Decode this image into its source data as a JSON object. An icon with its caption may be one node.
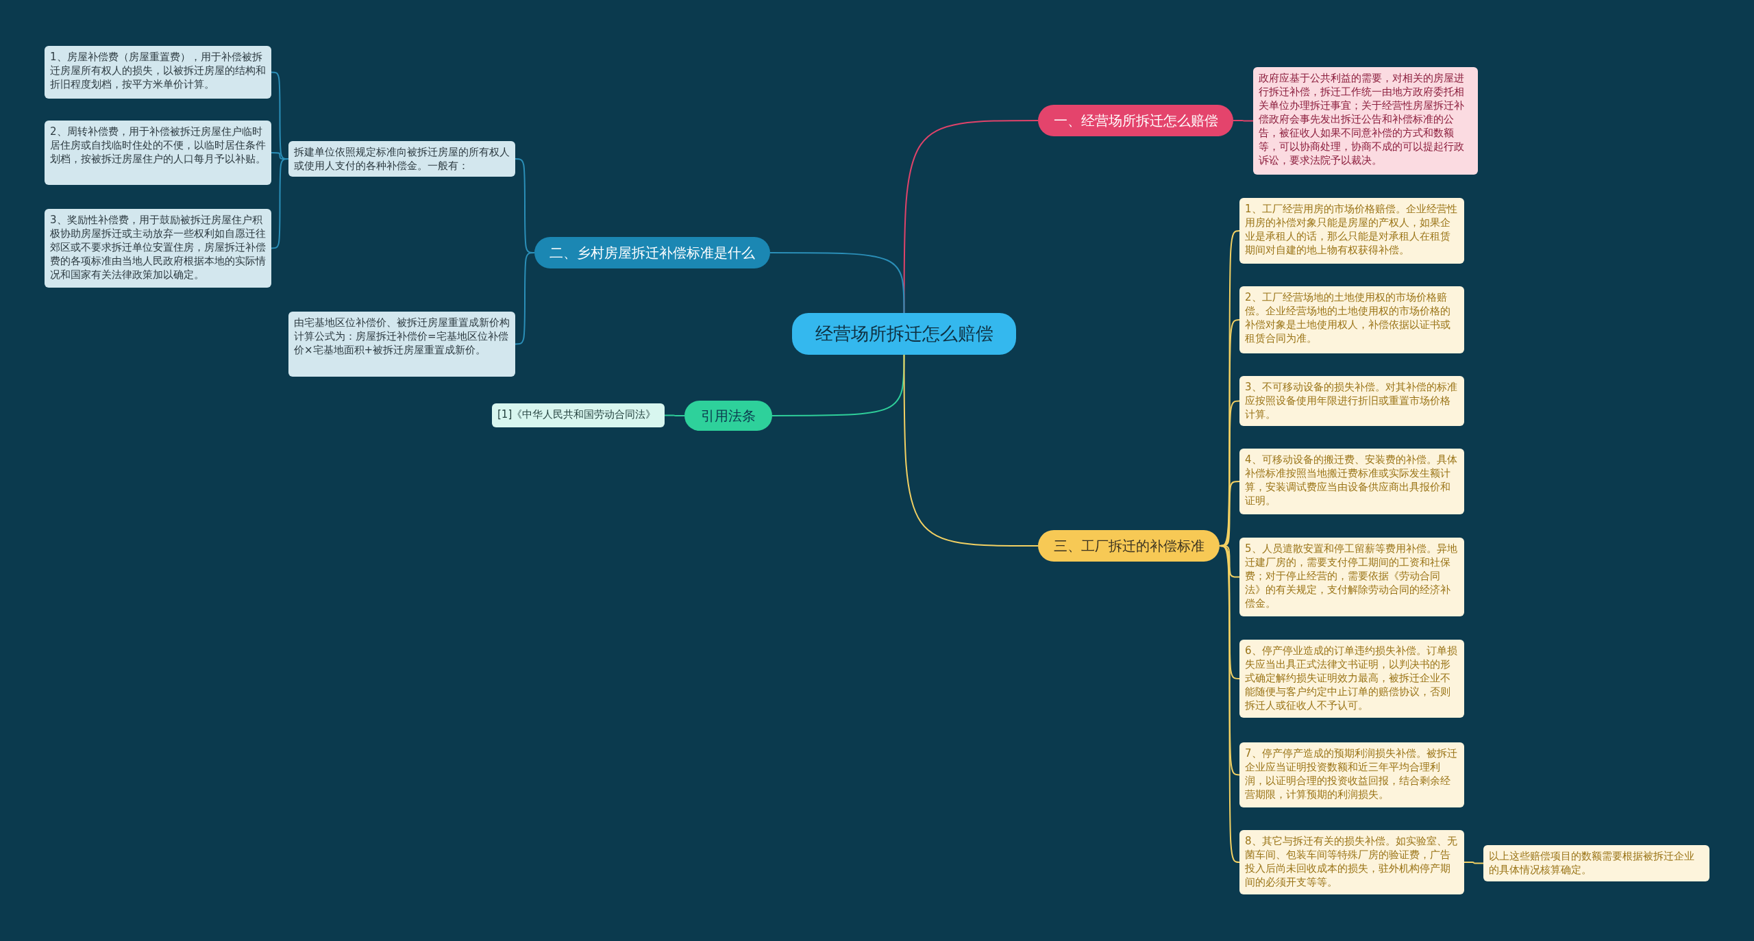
{
  "diagram": {
    "nodes": [
      {
        "text": [
          "经营场所拆迁怎么赔偿"
        ]
      },
      {
        "text": [
          "一、经营场所拆迁怎么赔偿"
        ]
      },
      {
        "text": [
          "政府应基于公共利益的需要，对相关的房屋进行拆迁补偿，拆迁工作统一由地方政府委托相关单位办理拆迁事宜；关于经营性房屋拆迁补偿政府会事先发出拆迁公告和补偿标准的公告，被征收人如果不同意补偿的方式和数额等，可以协商处理，协商不成的可以提起行政诉讼，要求法院予以裁决。"
        ]
      },
      {
        "text": [
          "二、乡村房屋拆迁补偿标准是什么"
        ]
      },
      {
        "text": [
          "拆建单位依照规定标准向被拆迁房屋的所有权人或使用人支付的各种补偿金。一般有："
        ]
      },
      {
        "text": [
          "1、房屋补偿费（房屋重置费），用于补偿被拆迁房屋所有权人的损失，以被拆迁房屋的结构和折旧程度划档，按平方米单价计算。"
        ]
      },
      {
        "text": [
          "2、周转补偿费，用于补偿被拆迁房屋住户临时居住房或自找临时住处的不便，以临时居住条件划档，按被拆迁房屋住户的人口每月予以补贴。"
        ]
      },
      {
        "text": [
          "3、奖励性补偿费，用于鼓励被拆迁房屋住户积极协助房屋拆迁或主动放弃一些权利如自愿迁往郊区或不要求拆迁单位安置住房，房屋拆迁补偿费的各项标准由当地人民政府根据本地的实际情况和国家有关法律政策加以确定。"
        ]
      },
      {
        "text": [
          "由宅基地区位补偿价、被拆迁房屋重置成新价构计算公式为：房屋拆迁补偿价=宅基地区位补偿价×宅基地面积+被拆迁房屋重置成新价。"
        ]
      },
      {
        "text": [
          "引用法条"
        ]
      },
      {
        "text": [
          "[1]《中华人民共和国劳动合同法》"
        ]
      },
      {
        "text": [
          "三、工厂拆迁的补偿标准"
        ]
      },
      {
        "text": [
          "1、工厂经营用房的市场价格赔偿。企业经营性用房的补偿对象只能是房屋的产权人，如果企业是承租人的话，那么只能是对承租人在租赁期间对自建的地上物有权获得补偿。"
        ]
      },
      {
        "text": [
          "2、工厂经营场地的土地使用权的市场价格赔偿。企业经营场地的土地使用权的市场价格的补偿对象是土地使用权人，补偿依据以证书或租赁合同为准。"
        ]
      },
      {
        "text": [
          "3、不可移动设备的损失补偿。对其补偿的标准应按照设备使用年限进行折旧或重置市场价格计算。"
        ]
      },
      {
        "text": [
          "4、可移动设备的搬迁费、安装费的补偿。具体补偿标准按照当地搬迁费标准或实际发生额计算，安装调试费应当由设备供应商出具报价和证明。"
        ]
      },
      {
        "text": [
          "5、人员遣散安置和停工留薪等费用补偿。异地迁建厂房的，需要支付停工期间的工资和社保费；对于停止经营的，需要依据《劳动合同法》的有关规定，支付解除劳动合同的经济补偿金。"
        ]
      },
      {
        "text": [
          "6、停产停业造成的订单违约损失补偿。订单损失应当出具正式法律文书证明，以判决书的形式确定解约损失证明效力最高，被拆迁企业不能随便与客户约定中止订单的赔偿协议，否则拆迁人或征收人不予认可。"
        ]
      },
      {
        "text": [
          "7、停产停产造成的预期利润损失补偿。被拆迁企业应当证明投资数额和近三年平均合理利润，以证明合理的投资收益回报，结合剩余经营期限，计算预期的利润损失。"
        ]
      },
      {
        "text": [
          "8、其它与拆迁有关的损失补偿。如实验室、无菌车间、包装车间等特殊厂房的验证费，广告投入后尚未回收成本的损失，驻外机构停产期间的必须开支等等。"
        ]
      },
      {
        "text": [
          "以上这些赔偿项目的数额需要根据被拆迁企业的具体情况核算确定。"
        ]
      }
    ],
    "edges": [
      {
        "from": 0,
        "to": 1,
        "arrow": "none",
        "color": "#e0436a"
      },
      {
        "from": 1,
        "to": 2,
        "arrow": "none",
        "color": "#e0436a"
      },
      {
        "from": 0,
        "to": 3,
        "arrow": "none",
        "color": "#2b8fb8"
      },
      {
        "from": 3,
        "to": 4,
        "arrow": "none",
        "color": "#2b8fb8"
      },
      {
        "from": 4,
        "to": 5,
        "arrow": "none",
        "color": "#2b8fb8"
      },
      {
        "from": 4,
        "to": 6,
        "arrow": "none",
        "color": "#2b8fb8"
      },
      {
        "from": 4,
        "to": 7,
        "arrow": "none",
        "color": "#2b8fb8"
      },
      {
        "from": 3,
        "to": 8,
        "arrow": "none",
        "color": "#2b8fb8"
      },
      {
        "from": 0,
        "to": 9,
        "arrow": "none",
        "color": "#2fcf9a"
      },
      {
        "from": 9,
        "to": 10,
        "arrow": "none",
        "color": "#2fcf9a"
      },
      {
        "from": 0,
        "to": 11,
        "arrow": "none"
      },
      {
        "from": 11,
        "to": 12,
        "arrow": "none"
      },
      {
        "from": 11,
        "to": 13,
        "arrow": "none"
      },
      {
        "from": 11,
        "to": 14,
        "arrow": "none"
      },
      {
        "from": 11,
        "to": 15,
        "arrow": "none"
      },
      {
        "from": 11,
        "to": 16,
        "arrow": "none"
      },
      {
        "from": 11,
        "to": 17,
        "arrow": "none"
      },
      {
        "from": 11,
        "to": 18,
        "arrow": "none"
      },
      {
        "from": 11,
        "to": 19,
        "arrow": "none"
      },
      {
        "from": 19,
        "to": 20,
        "arrow": "none"
      }
    ]
  }
}
